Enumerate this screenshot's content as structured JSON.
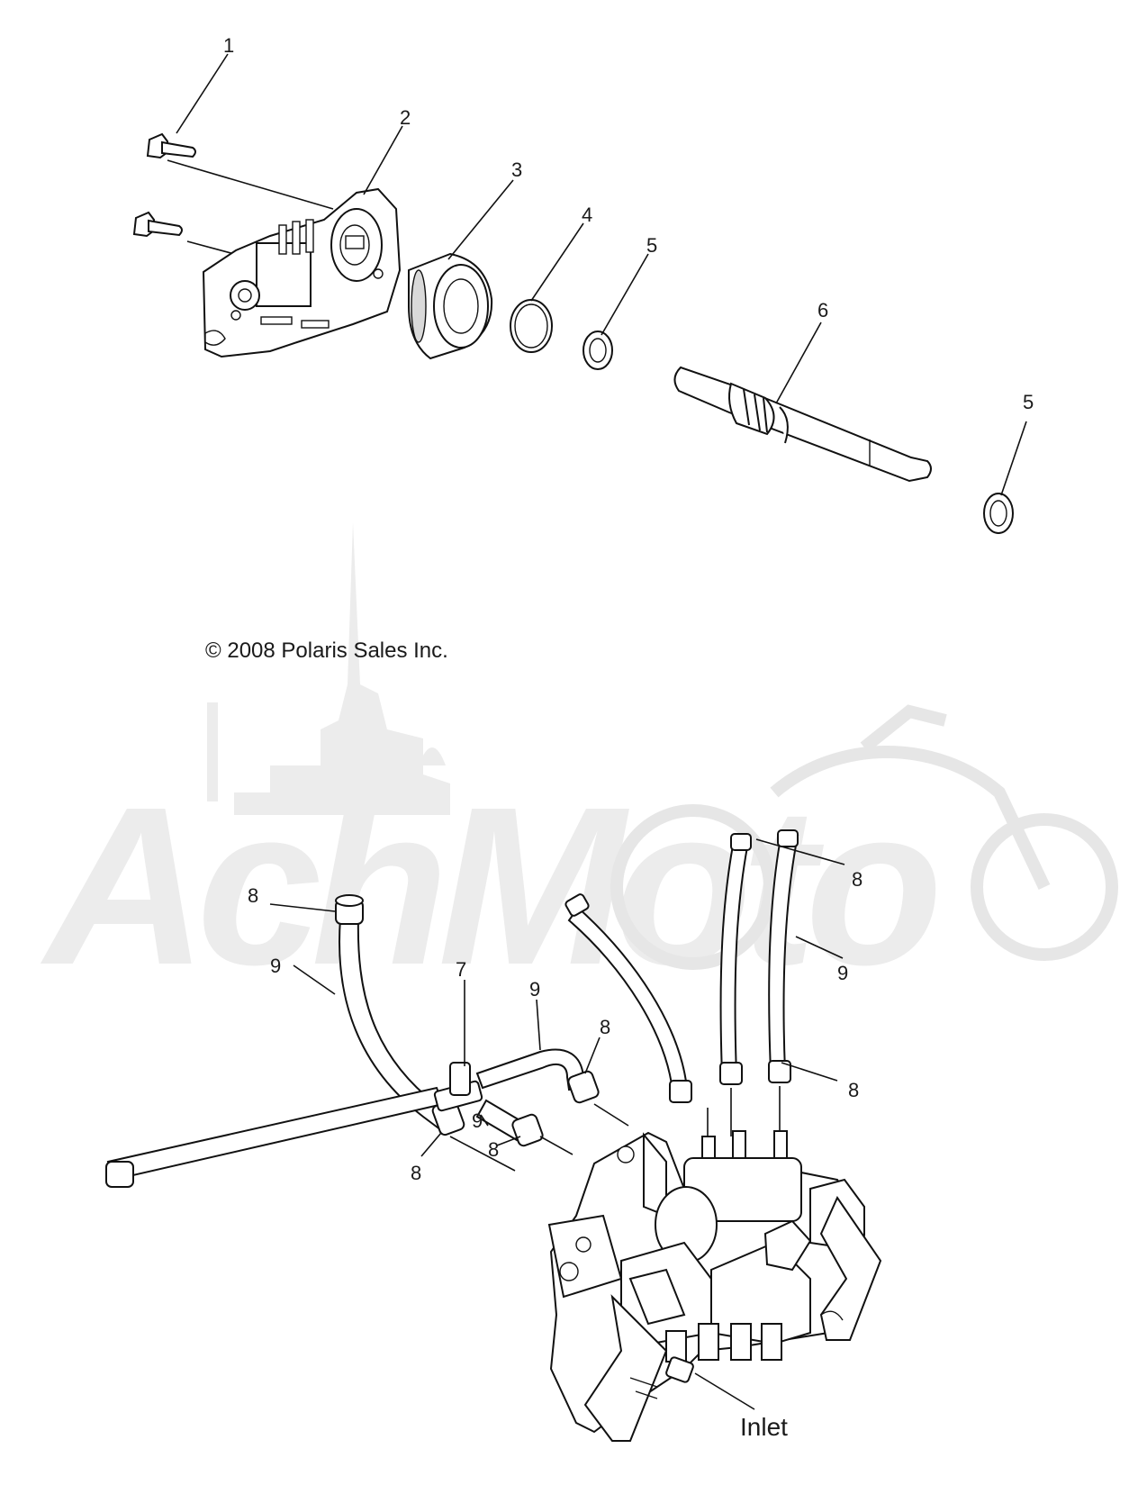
{
  "copyright": "© 2008 Polaris Sales Inc.",
  "inlet_label": "Inlet",
  "callouts": [
    "1",
    "2",
    "3",
    "4",
    "5",
    "6",
    "5",
    "8",
    "9",
    "7",
    "9",
    "8",
    "9",
    "8",
    "8",
    "8",
    "9",
    "8"
  ],
  "watermark_logo": "AchMoto",
  "colors": {
    "line": "#111111",
    "watermark": "#ececec",
    "background": "#ffffff"
  }
}
